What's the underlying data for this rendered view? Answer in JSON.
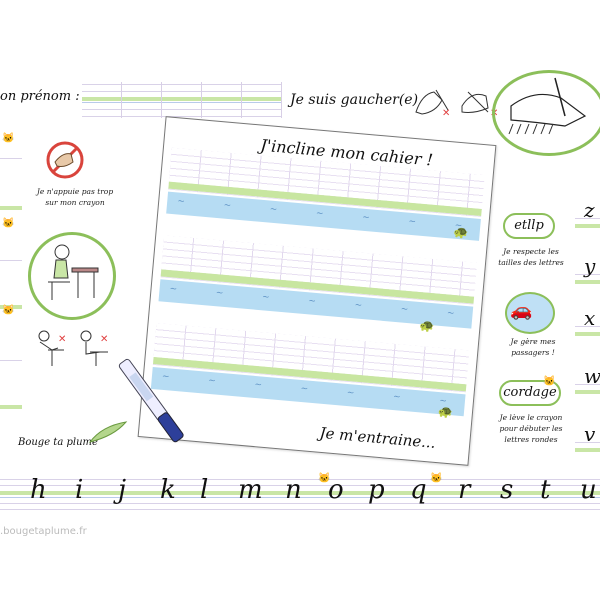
{
  "header": {
    "name_label": "on prénom :",
    "left_handed_label": "Je suis gaucher(e)"
  },
  "tips": {
    "no_press": "Je n'appuie pas trop sur mon crayon",
    "letter_sizes_tag": "etllp",
    "letter_sizes": "Je respecte les tailles des lettres",
    "passengers": "Je gère mes passagers !",
    "cordage_tag": "cordage",
    "lift_pencil": "Je lève le crayon pour débuter les lettres rondes"
  },
  "sheet": {
    "title": "J'incline mon cahier !",
    "footer": "Je m'entraine..."
  },
  "brand": {
    "signature": "Bouge ta plume",
    "url": ".bougetaplume.fr"
  },
  "alphabet": [
    "h",
    "i",
    "j",
    "k",
    "l",
    "m",
    "n",
    "o",
    "p",
    "q",
    "r",
    "s",
    "t",
    "u"
  ],
  "right_letters": [
    "z",
    "y",
    "x",
    "w",
    "v"
  ],
  "colors": {
    "green": "#8cbf5a",
    "water": "#b6dcf3",
    "lines": "#d8cfe6"
  }
}
